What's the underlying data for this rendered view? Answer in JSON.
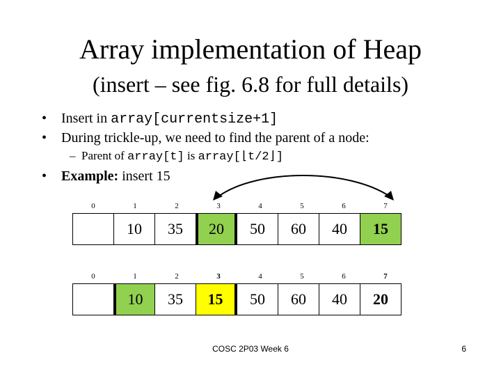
{
  "title": {
    "line1": "Array implementation of Heap",
    "line2": "(insert – see fig. 6.8 for full details)"
  },
  "bullets": [
    {
      "prefix": "Insert in ",
      "code": "array[currentsize+1]"
    },
    {
      "text": "During trickle-up, we need to find the parent of a node:"
    }
  ],
  "sub_bullet": {
    "dash": "–",
    "prefix": "Parent of ",
    "code1": "array[t]",
    "mid": " is ",
    "code2": "array[⌊t/2⌋]"
  },
  "example": {
    "label": "Example:",
    "text": " insert 15"
  },
  "array1": {
    "indices": [
      "0",
      "1",
      "2",
      "3",
      "4",
      "5",
      "6",
      "7"
    ],
    "values": [
      "",
      "10",
      "35",
      "20",
      "50",
      "60",
      "40",
      "15"
    ]
  },
  "array2": {
    "indices": [
      "0",
      "1",
      "2",
      "3",
      "4",
      "5",
      "6",
      "7"
    ],
    "values": [
      "",
      "10",
      "35",
      "15",
      "50",
      "60",
      "40",
      "20"
    ]
  },
  "colors": {
    "highlight_green": "#92d050",
    "highlight_yellow": "#ffff00"
  },
  "footer": {
    "text": "COSC 2P03 Week 6",
    "page": "6"
  }
}
